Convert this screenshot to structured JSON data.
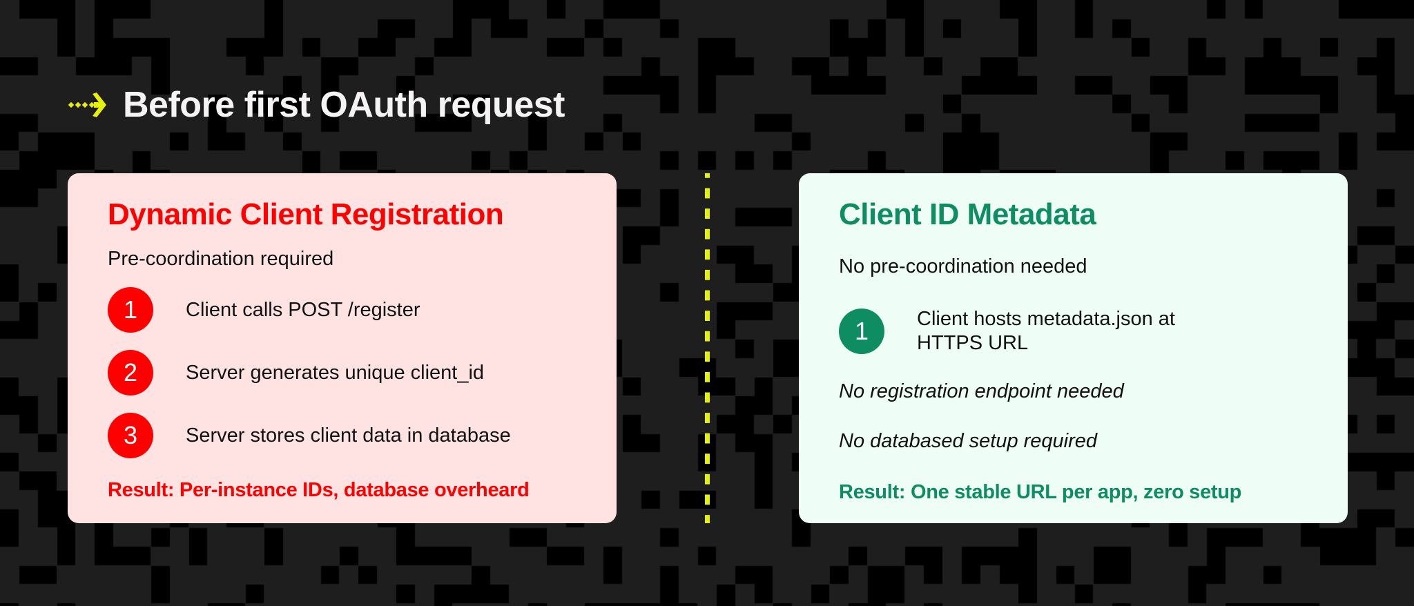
{
  "header": {
    "icon": "dotted-arrow-right-icon",
    "title": "Before first OAuth request"
  },
  "colors": {
    "background_dark": "#000000",
    "background_tile": "#1e1e1e",
    "accent_yellow": "#e5f00b",
    "title_text": "#f5f3f3",
    "dcr_red": "#ff0000",
    "dcr_card_bg": "#ffe3e3",
    "cimd_green": "#0e8c62",
    "cimd_card_bg": "#effdf7"
  },
  "left_card": {
    "title": "Dynamic Client Registration",
    "subtitle": "Pre-coordination required",
    "steps": [
      {
        "number": "1",
        "text": "Client calls POST /register"
      },
      {
        "number": "2",
        "text": "Server generates unique client_id"
      },
      {
        "number": "3",
        "text": "Server stores client data in database"
      }
    ],
    "result": "Result: Per-instance IDs, database overheard"
  },
  "right_card": {
    "title": "Client ID Metadata",
    "subtitle": "No pre-coordination needed",
    "steps": [
      {
        "number": "1",
        "text": "Client hosts metadata.json at HTTPS URL"
      }
    ],
    "notes": [
      "No registration endpoint needed",
      "No databased setup required"
    ],
    "result": "Result: One stable URL per app, zero setup"
  }
}
